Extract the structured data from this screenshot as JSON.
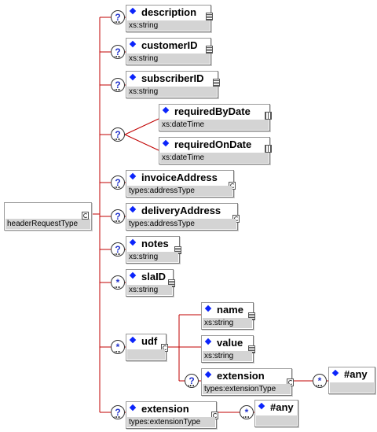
{
  "root": {
    "type_label": "headerRequestType",
    "badge_icon": "complex-type-icon"
  },
  "elements": [
    {
      "id": "description",
      "name": "description",
      "type": "xs:string",
      "cardinality": "?"
    },
    {
      "id": "customer",
      "name": "customerID",
      "type": "xs:string",
      "cardinality": "?"
    },
    {
      "id": "subscriber",
      "name": "subscriberID",
      "type": "xs:string",
      "cardinality": "?"
    },
    {
      "id": "required-by-date",
      "name": "requiredByDate",
      "type": "xs:dateTime"
    },
    {
      "id": "required-on-date",
      "name": "requiredOnDate",
      "type": "xs:dateTime"
    },
    {
      "id": "invoice-address",
      "name": "invoiceAddress",
      "type": "types:addressType",
      "cardinality": "?"
    },
    {
      "id": "delivery-address",
      "name": "deliveryAddress",
      "type": "types:addressType",
      "cardinality": "?"
    },
    {
      "id": "notes",
      "name": "notes",
      "type": "xs:string",
      "cardinality": "?"
    },
    {
      "id": "sla",
      "name": "slaID",
      "type": "xs:string",
      "cardinality": "*"
    },
    {
      "id": "udf",
      "name": "udf",
      "type": "",
      "cardinality": "*"
    },
    {
      "id": "udf-name",
      "name": "name",
      "type": "xs:string"
    },
    {
      "id": "udf-value",
      "name": "value",
      "type": "xs:string"
    },
    {
      "id": "udf-extension",
      "name": "extension",
      "type": "types:extensionType",
      "cardinality": "?"
    },
    {
      "id": "udf-any",
      "name": "#any",
      "type": "",
      "cardinality": "*"
    },
    {
      "id": "extension",
      "name": "extension",
      "type": "types:extensionType",
      "cardinality": "?"
    },
    {
      "id": "extension-any",
      "name": "#any",
      "type": "",
      "cardinality": "*"
    }
  ],
  "choice_cardinality": "?",
  "colors": {
    "connector": "#c00000",
    "element_diamond": "#0b24fb",
    "type_band": "#d4d4d4",
    "cardinality_text": "#2233cc"
  },
  "icons": {
    "element": "diamond-icon",
    "simple_type": "simple-type-icon",
    "complex_type": "complex-type-icon",
    "date_type": "datetime-type-icon",
    "cardinality": "cardinality-icon"
  }
}
